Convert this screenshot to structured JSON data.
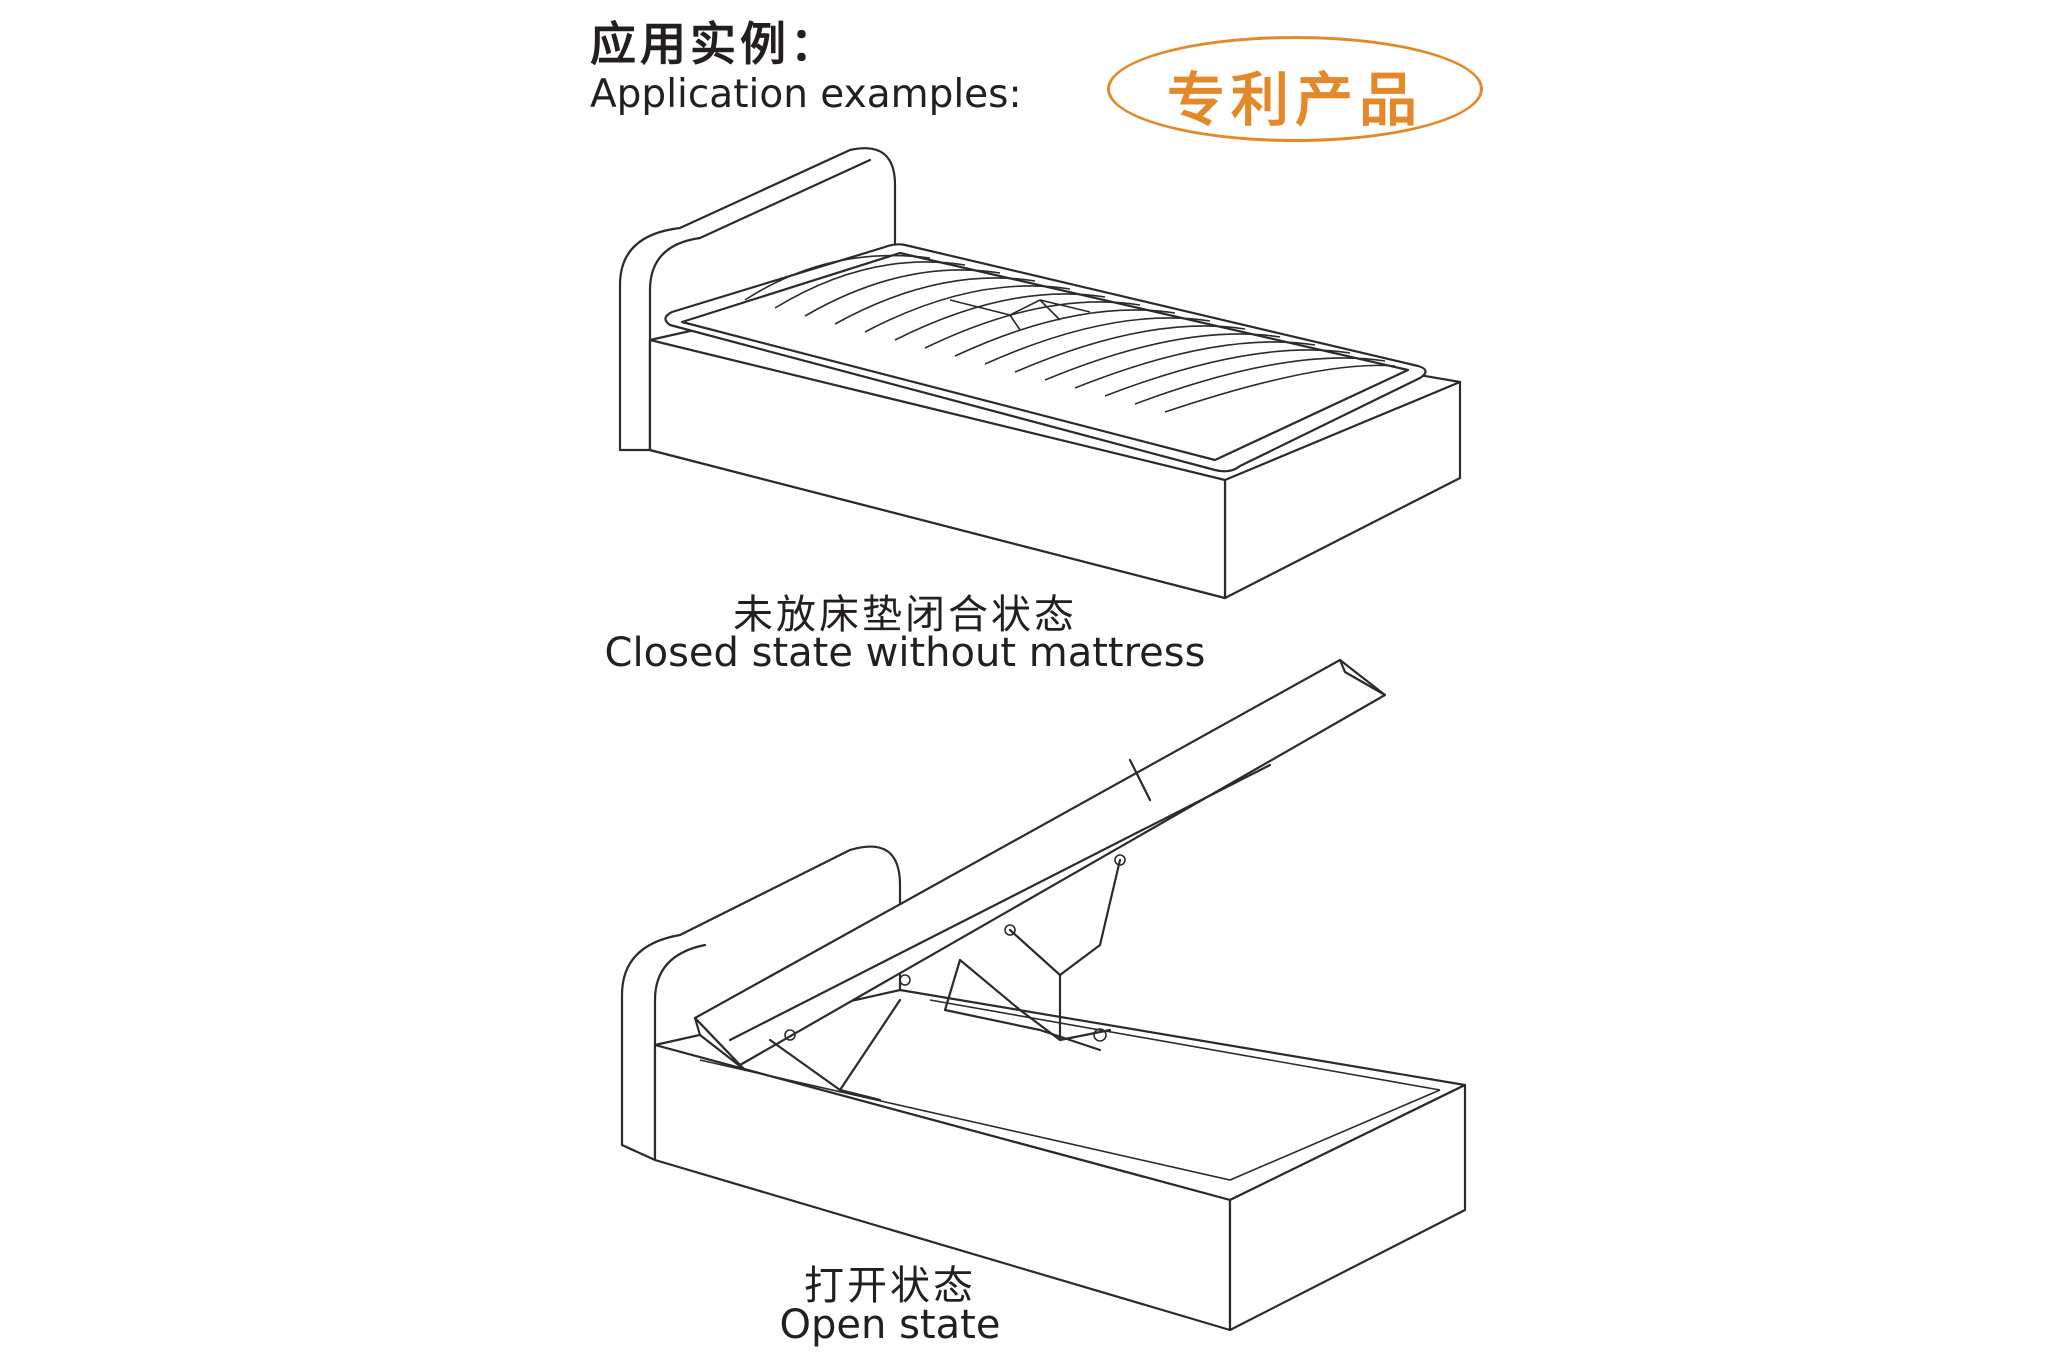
{
  "header": {
    "title_zh": "应用实例：",
    "title_en": "Application examples:"
  },
  "badge": {
    "label": "专利产品",
    "color": "#e4892b"
  },
  "figures": [
    {
      "caption_zh": "未放床垫闭合状态",
      "caption_en": "Closed state without mattress"
    },
    {
      "caption_zh": "打开状态",
      "caption_en": "Open state"
    }
  ],
  "line_color": "#2b2b2b"
}
